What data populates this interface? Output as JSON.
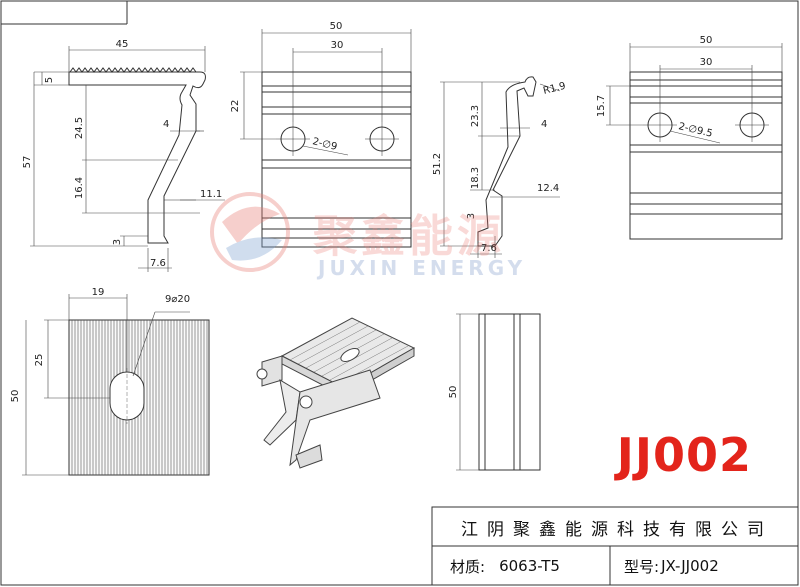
{
  "watermark": {
    "name_cn": "聚鑫能源",
    "name_en": "JUXIN ENERGY",
    "logo_colors": {
      "red": "#e8786e",
      "blue": "#7aa0d0"
    }
  },
  "model_code": "JJ002",
  "accent_color": "#e3241b",
  "title_block": {
    "company": "江阴聚鑫能源科技有限公司",
    "material_label": "材质:",
    "material_value": "6063-T5",
    "model_label": "型号:",
    "model_value": "JX-JJ002"
  },
  "views": {
    "profile_left": {
      "width": "45",
      "top_edge": "5",
      "total_height": "57",
      "upper_height": "24.5",
      "neck": "4",
      "lower_height": "16.4",
      "offset": "11.1",
      "foot_height": "3",
      "foot_width": "7.6"
    },
    "front_top": {
      "width": "50",
      "hole_spacing": "30",
      "hole_offset": "22",
      "hole_spec": "2-∅9"
    },
    "profile_right": {
      "radius": "R1.9",
      "total_height": "51.2",
      "upper_height": "23.3",
      "neck": "4",
      "lower_height": "18.3",
      "offset": "12.4",
      "foot_height": "3",
      "foot_width": "7.6"
    },
    "front_right": {
      "width": "50",
      "hole_spacing": "30",
      "hole_offset": "15.7",
      "hole_spec": "2-∅9.5"
    },
    "plan_bottom": {
      "slot_offset": "19",
      "slot_spec": "9⌀20",
      "half_height": "25",
      "height": "50"
    },
    "side_bottom": {
      "height": "50"
    }
  }
}
